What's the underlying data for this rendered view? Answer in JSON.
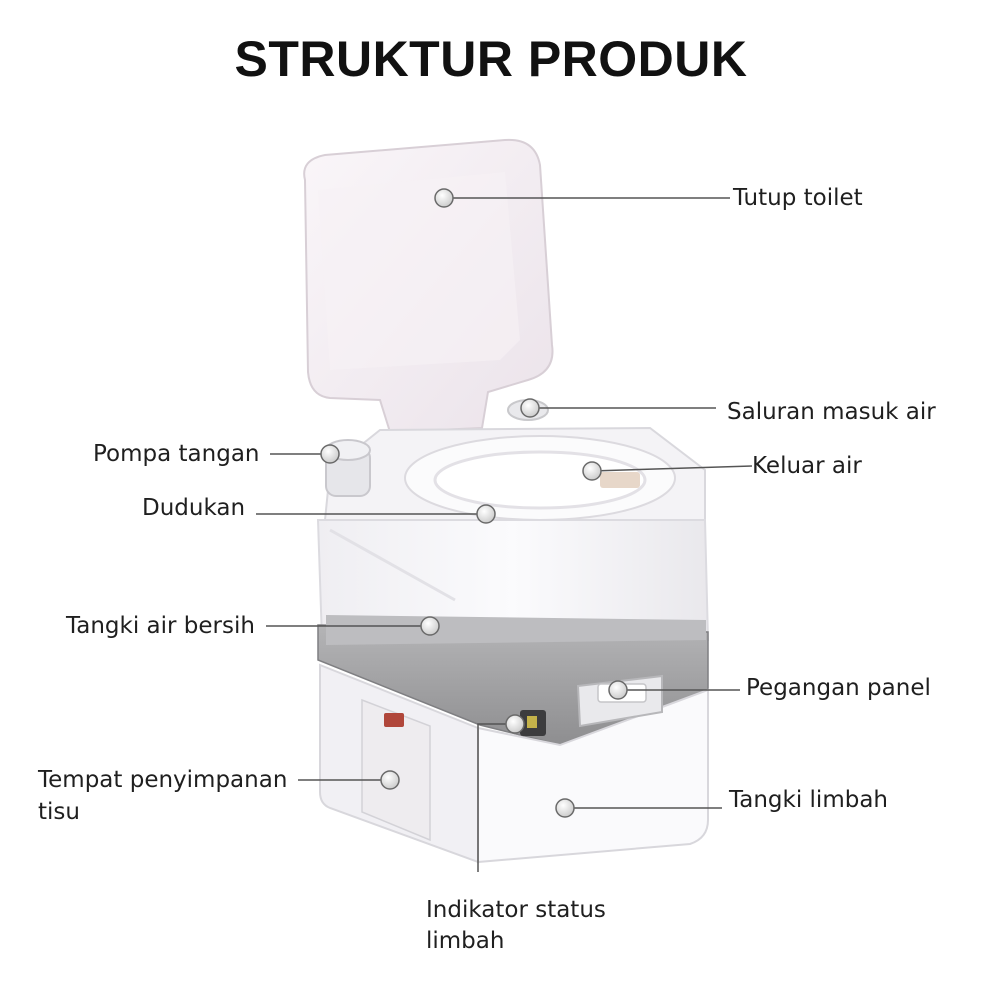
{
  "title": "STRUKTUR PRODUK",
  "labels": {
    "tutup_toilet": "Tutup toilet",
    "saluran_masuk_air": "Saluran masuk air",
    "keluar_air": "Keluar air",
    "pompa_tangan": "Pompa tangan",
    "dudukan": "Dudukan",
    "tangki_air_bersih": "Tangki air bersih",
    "pegangan_panel": "Pegangan panel",
    "tempat_penyimpanan_1": "Tempat penyimpanan",
    "tempat_penyimpanan_2": "tisu",
    "tangki_limbah": "Tangki limbah",
    "indikator_1": "Indikator status",
    "indikator_2": "limbah"
  },
  "colors": {
    "body_white": "#f7f6f8",
    "lid_pink_white": "#f3eef2",
    "band_gray": "#9a9a9c",
    "leader_line": "#555555",
    "marker_fill": "#d9d9d9"
  }
}
